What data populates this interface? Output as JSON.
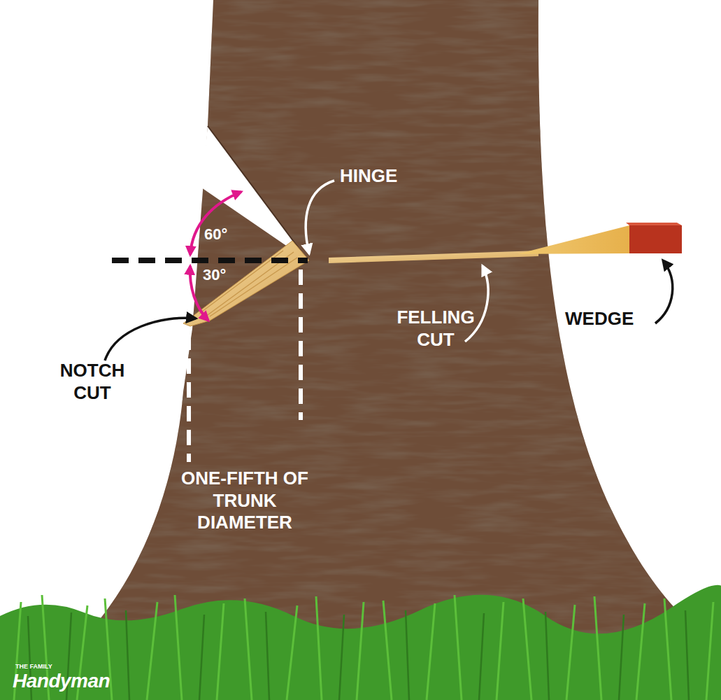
{
  "diagram": {
    "labels": [
      "HINGE",
      "60°",
      "30°",
      "NOTCH CUT",
      "FELLING CUT",
      "WEDGE",
      "ONE-FIFTH OF TRUNK DIAMETER",
      "THE FAMILY",
      "Handyman"
    ]
  }
}
